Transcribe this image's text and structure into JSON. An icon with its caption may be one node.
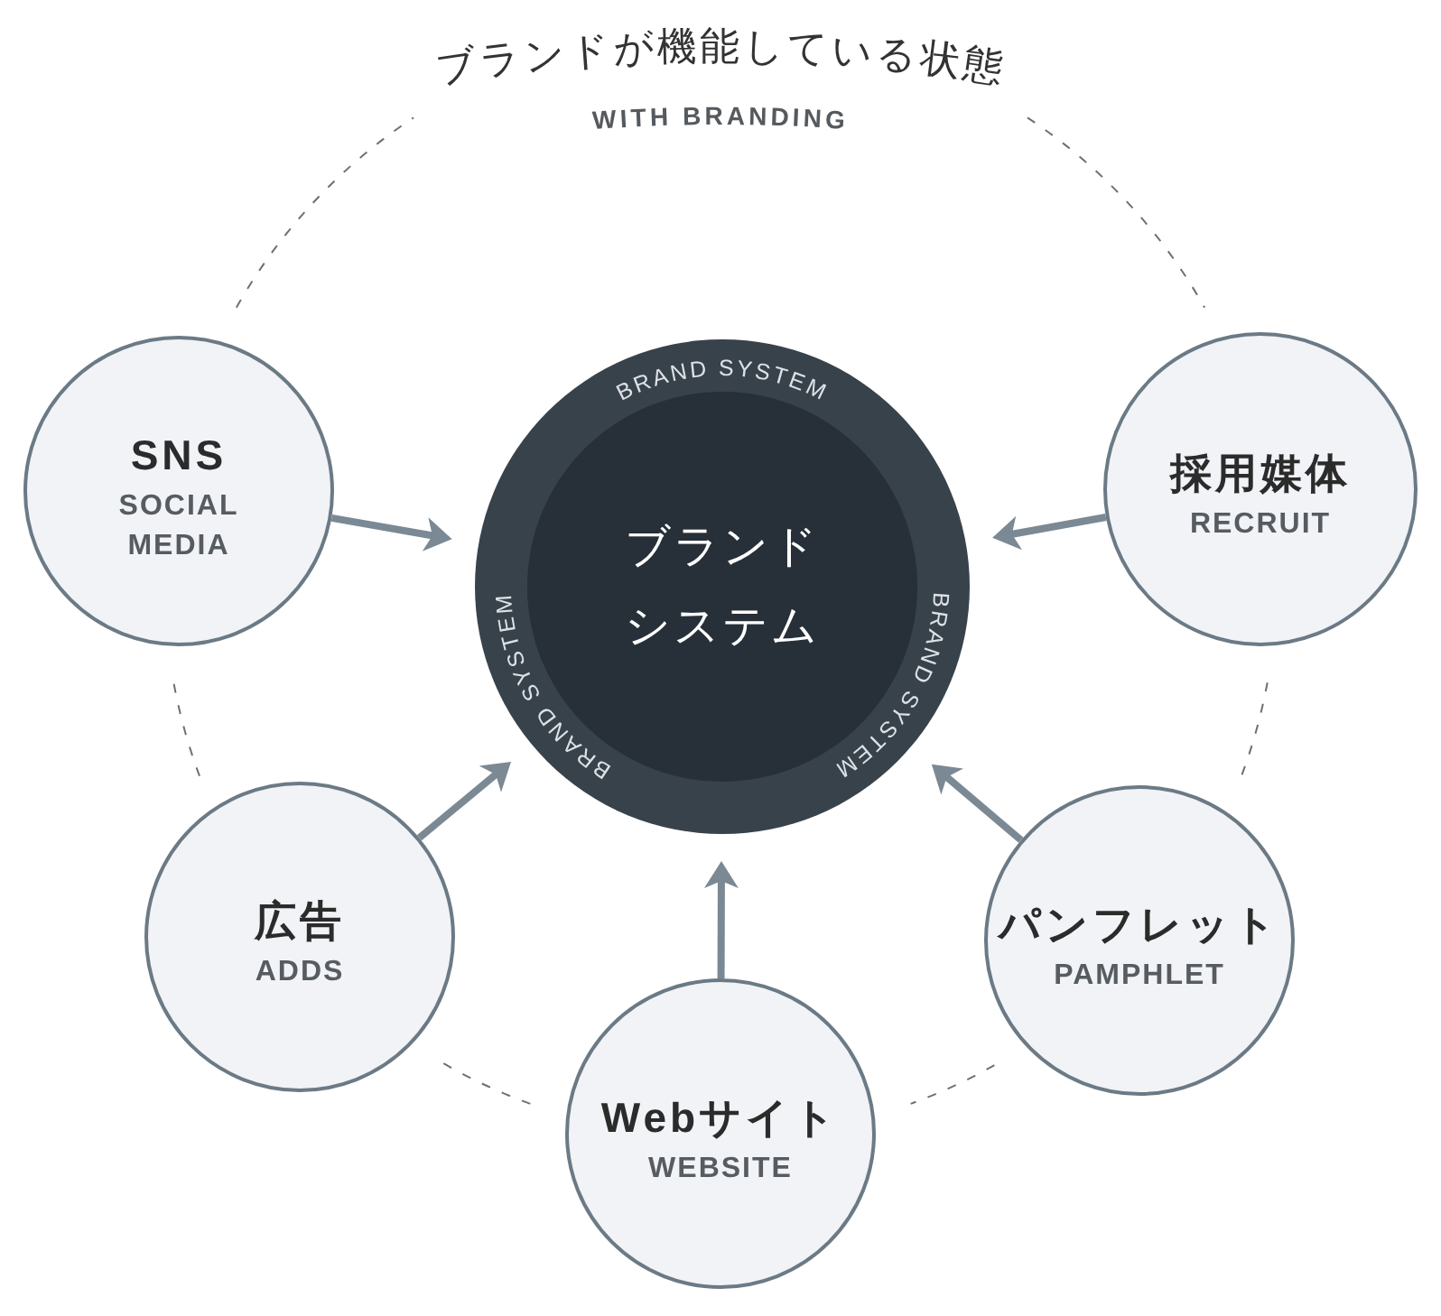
{
  "diagram": {
    "title": "ブランドが機能している状態",
    "nodes": [
      {
        "text": [
          "SNS",
          "SOCIAL MEDIA"
        ]
      },
      {
        "text": [
          "BRAND SYSTEM",
          "ブランドシステム",
          "BRAND SYSTEM",
          "BRAND SYSTEM"
        ]
      },
      {
        "text": [
          "採用媒体",
          "RECRUIT"
        ]
      },
      {
        "text": [
          "広告",
          "ADDS"
        ]
      },
      {
        "text": [
          "パンフレット",
          "PAMPHLET"
        ]
      },
      {
        "text": [
          "Webサイト",
          "WEBSITE"
        ]
      }
    ],
    "edges": [
      {
        "from": 0,
        "to": 1,
        "arrow": "to"
      },
      {
        "from": 2,
        "to": 1,
        "arrow": "to"
      },
      {
        "from": 3,
        "to": 1,
        "arrow": "to"
      },
      {
        "from": 4,
        "to": 1,
        "arrow": "to"
      },
      {
        "from": 5,
        "to": 1,
        "arrow": "to"
      }
    ],
    "labels": [
      "WITH BRANDING"
    ]
  }
}
